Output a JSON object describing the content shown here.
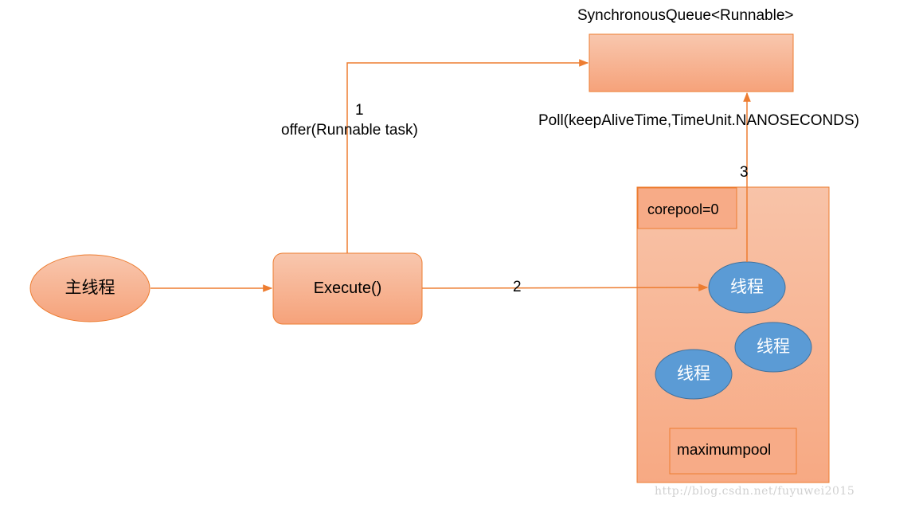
{
  "colors": {
    "node_fill": "#f7a983",
    "node_fill_light": "#f8c3a8",
    "node_border": "#ed7d31",
    "thread_fill": "#5b9bd5",
    "thread_border": "#41719c",
    "arrow": "#ed7d31"
  },
  "nodes": {
    "main_thread": "主线程",
    "execute": "Execute()",
    "queue_title": "SynchronousQueue<Runnable>",
    "corepool": "corepool=0",
    "maximumpool": "maximumpool",
    "threads": [
      "线程",
      "线程",
      "线程"
    ]
  },
  "edges": {
    "offer_step": "1",
    "offer_label": "offer(Runnable task)",
    "execute_step": "2",
    "poll_step": "3",
    "poll_label": "Poll(keepAliveTime,TimeUnit.NANOSECONDS)"
  },
  "watermark": "http://blog.csdn.net/fuyuwei2015"
}
